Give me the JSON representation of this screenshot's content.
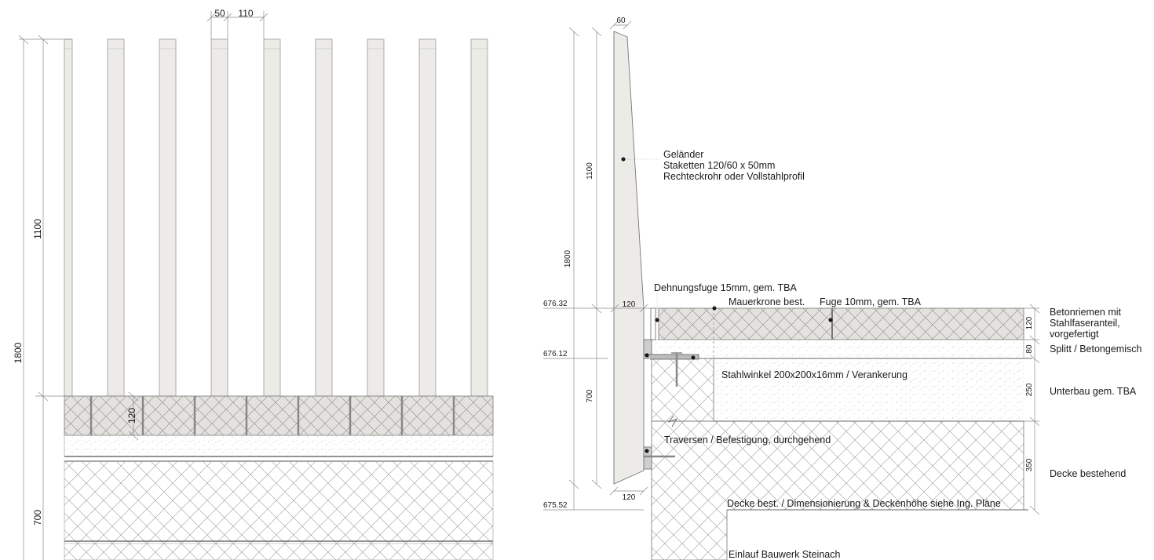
{
  "left_elevation": {
    "dims": {
      "picket_width": "50",
      "picket_gap": "110",
      "upper_height": "1100",
      "total_height": "1800",
      "lower_height": "700",
      "coping_height": "120"
    }
  },
  "section": {
    "dims": {
      "top_width": "60",
      "upper_height": "1100",
      "total_height": "1800",
      "mid_width": "120",
      "lower_height": "700",
      "bottom_width": "120",
      "layer_120": "120",
      "layer_80": "80",
      "layer_250": "250",
      "layer_350": "350"
    },
    "levels": {
      "top": "676.32",
      "mid": "676.12",
      "bottom": "675.52"
    },
    "labels": {
      "gelaender_1": "Geländer",
      "gelaender_2": "Staketten 120/60 x 50mm",
      "gelaender_3": "Rechteckrohr oder Vollstahlprofil",
      "dehnungsfuge": "Dehnungsfuge 15mm, gem. TBA",
      "mauerkrone": "Mauerkrone best.",
      "fuge": "Fuge 10mm, gem. TBA",
      "betonriemen_1": "Betonriemen mit",
      "betonriemen_2": "Stahlfaseranteil,",
      "betonriemen_3": "vorgefertigt",
      "splitt": "Splitt / Betongemisch",
      "stahlwinkel": "Stahlwinkel 200x200x16mm / Verankerung",
      "unterbau": "Unterbau gem. TBA",
      "traversen": "Traversen / Befestigung, durchgehend",
      "decke_bestehend": "Decke bestehend",
      "decke_best": "Decke best. / Dimensionierung & Deckenhöhe siehe Ing. Pläne",
      "einlauf": "Einlauf Bauwerk Steinach"
    }
  },
  "colors": {
    "picket_fill": "#ecebe8",
    "line": "#6a6a6a",
    "dim_line": "#8a8a8a"
  }
}
